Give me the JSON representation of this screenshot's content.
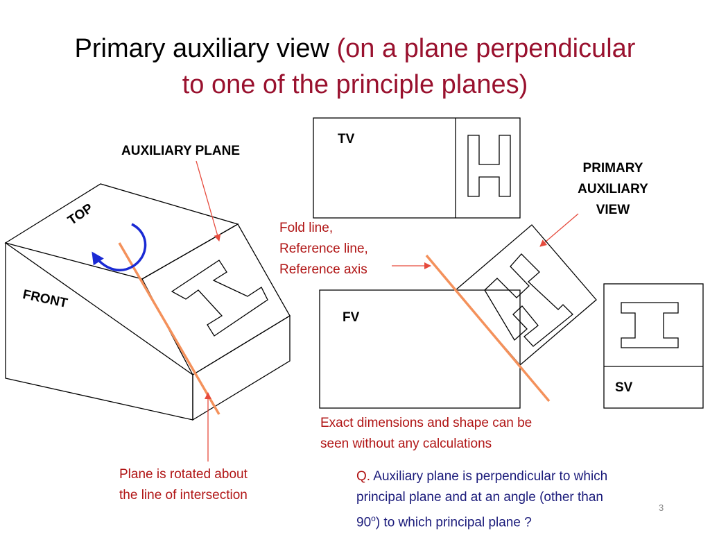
{
  "title": {
    "main": "Primary auxiliary view",
    "accent_line1": "(on a plane perpendicular",
    "accent_line2": "to one of the principle planes)"
  },
  "labels": {
    "auxiliary_plane": "AUXILIARY PLANE",
    "top": "TOP",
    "front": "FRONT",
    "tv": "TV",
    "fv": "FV",
    "sv": "SV",
    "primary_auxiliary_view": [
      "PRIMARY",
      "AUXILIARY",
      "VIEW"
    ],
    "fold_line": [
      "Fold line,",
      "Reference line,",
      "Reference axis"
    ],
    "exact_dimensions": [
      "Exact dimensions and shape can be",
      "seen without any calculations"
    ],
    "plane_rotated": [
      "Plane is rotated about",
      "the line of intersection"
    ],
    "question_prefix": "Q.",
    "question_line1": " Auxiliary plane is perpendicular to which",
    "question_line2": "principal plane and at an angle (other than",
    "question_line3_a": "90",
    "question_line3_sup": "o",
    "question_line3_b": ") to which principal plane ?",
    "slide_number": "3"
  },
  "colors": {
    "title_accent": "#99112e",
    "annotation_red": "#b01414",
    "fold_line": "#f4915b",
    "rotation_arrow": "#1a2ad4",
    "question_text": "#1a1a7a"
  }
}
